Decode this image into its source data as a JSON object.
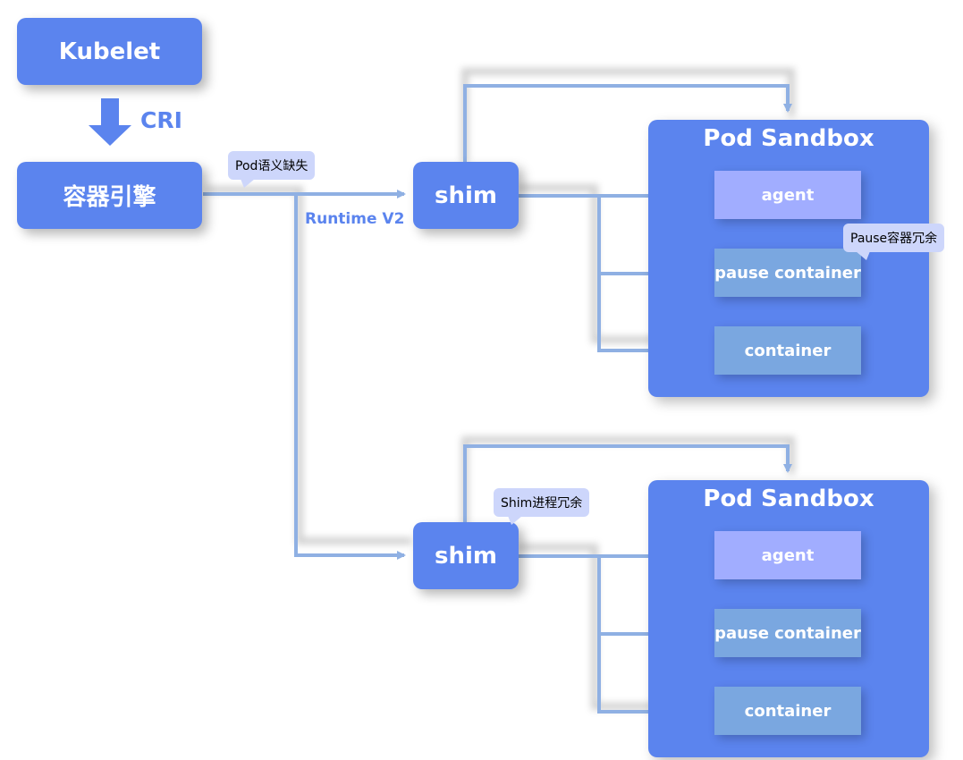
{
  "nodes": {
    "kubelet": "Kubelet",
    "engine": "容器引擎",
    "shim_top": "shim",
    "shim_bottom": "shim"
  },
  "edges": {
    "cri_label": "CRI",
    "runtime_label": "Runtime V2"
  },
  "pods": [
    {
      "title": "Pod Sandbox",
      "items": [
        "agent",
        "pause container",
        "container"
      ]
    },
    {
      "title": "Pod Sandbox",
      "items": [
        "agent",
        "pause container",
        "container"
      ]
    }
  ],
  "callouts": {
    "pod_semantics": "Pod语义缺失",
    "pause_redundant": "Pause容器冗余",
    "shim_redundant": "Shim进程冗余"
  },
  "colors": {
    "node": "#5b84ee",
    "agent": "#a1adff",
    "container": "#7aa7e0",
    "line": "#8fb0e3",
    "callout": "#cdd6fb"
  }
}
